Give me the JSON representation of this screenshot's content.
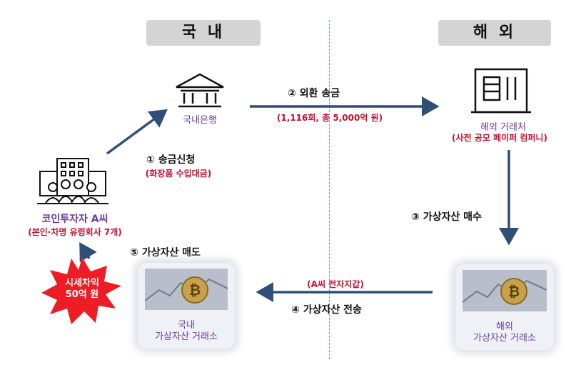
{
  "headers": {
    "domestic": "국 내",
    "overseas": "해 외"
  },
  "nodes": {
    "domestic_bank": {
      "label": "국내은행"
    },
    "overseas_trader": {
      "label": "해외 거래처",
      "note": "(사전 공모 페이퍼 컴퍼니)"
    },
    "investor": {
      "label": "코인투자자 A씨",
      "note": "(본인·차명 유령회사 7개)"
    },
    "domestic_exchange": {
      "line1": "국내",
      "line2": "가상자산 거래소"
    },
    "overseas_exchange": {
      "line1": "해외",
      "line2": "가상자산 거래소"
    }
  },
  "steps": {
    "s1": {
      "label": "① 송금신청",
      "note": "(화장품 수입대금)"
    },
    "s2": {
      "label": "② 외환 송금",
      "note": "(1,116회, 총 5,000억 원)"
    },
    "s3": {
      "label": "③ 가상자산 매수"
    },
    "s4": {
      "label": "④ 가상자산 전송",
      "note": "(A씨 전자지갑)"
    },
    "s5": {
      "label": "⑤ 가상자산 매도"
    }
  },
  "burst": {
    "line1": "시세차익",
    "line2": "50억 원"
  },
  "colors": {
    "arrow": "#2f4e78",
    "burst": "#ee1c25",
    "purple": "#6d3aa1",
    "red": "#c8102e"
  },
  "icons": [
    "bank-icon",
    "office-building-icon",
    "company-people-icon",
    "bitcoin-icon"
  ]
}
